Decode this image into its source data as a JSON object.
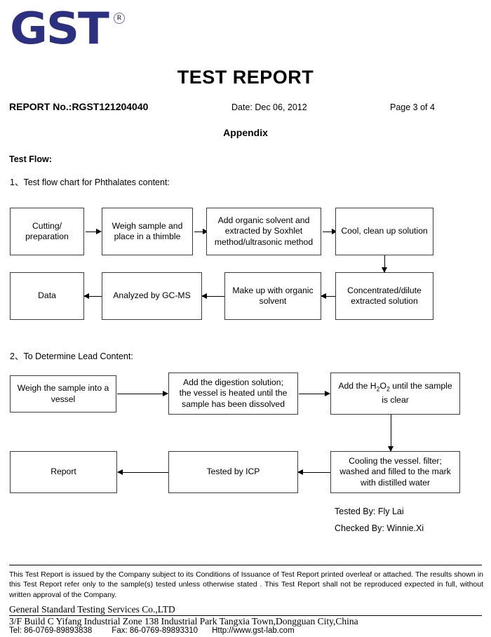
{
  "logo": {
    "text": "GST",
    "registered_mark": "R",
    "color": "#2b3180"
  },
  "header": {
    "title": "TEST REPORT",
    "report_no": "REPORT No.:RGST121204040",
    "date": "Date: Dec 06, 2012",
    "page": "Page 3 of 4",
    "appendix": "Appendix"
  },
  "sections": {
    "test_flow_heading": "Test Flow:",
    "section_1_label": "1、Test flow chart for Phthalates content:",
    "section_2_label": "2、To Determine Lead Content:"
  },
  "flowchart_1": {
    "boxes": [
      {
        "id": "cutting-preparation",
        "lines": [
          "Cutting/",
          "preparation"
        ]
      },
      {
        "id": "weigh-sample-thimble",
        "lines": [
          "Weigh sample and",
          "place in a thimble"
        ]
      },
      {
        "id": "add-organic-solvent",
        "lines": [
          "Add organic solvent and",
          "extracted by Soxhlet",
          "method/ultrasonic method"
        ]
      },
      {
        "id": "cool-clean-up-solution",
        "lines": [
          "Cool, clean up solution"
        ]
      },
      {
        "id": "concentrated-dilute",
        "lines": [
          "Concentrated/dilute",
          "extracted solution"
        ]
      },
      {
        "id": "make-up-organic-solvent",
        "lines": [
          "Make up with organic",
          "solvent"
        ]
      },
      {
        "id": "analyzed-by-gc-ms",
        "lines": [
          "Analyzed by GC-MS"
        ]
      },
      {
        "id": "data",
        "lines": [
          "Data"
        ]
      }
    ]
  },
  "flowchart_2": {
    "boxes": [
      {
        "id": "weigh-sample-vessel",
        "lines": [
          "Weigh the sample into a",
          "vessel"
        ]
      },
      {
        "id": "add-digestion-solution",
        "lines": [
          "Add the digestion solution;",
          "the vessel is heated until the",
          "sample has been dissolved"
        ]
      },
      {
        "id": "add-h2o2",
        "lines": [
          "Add the H2O2 until the sample",
          "is clear"
        ],
        "html": true
      },
      {
        "id": "cooling-vessel-filter",
        "lines": [
          "Cooling the vessel. filter;",
          "washed and filled to the mark",
          "with distilled water"
        ]
      },
      {
        "id": "tested-by-icp",
        "lines": [
          "Tested by ICP"
        ]
      },
      {
        "id": "report",
        "lines": [
          "Report"
        ]
      }
    ]
  },
  "signature": {
    "tested_by": "Tested    By: Fly Lai",
    "checked_by": "Checked By: Winnie.Xi"
  },
  "footer": {
    "disclaimer": "This Test Report is issued by the Company subject to its Conditions of Issuance of Test Report printed overleaf or attached. The results shown in this Test Report refer only to the sample(s) tested unless otherwise stated . This Test Report shall not be reproduced expected in full, without written approval of the Company.",
    "company_name": "General Standard Testing Services Co.,LTD",
    "company_address": "3/F Build C Yifang Industrial Zone 138 Industrial Park Tangxia Town,Dongguan City,China",
    "tel": "Tel: 86-0769-89893838",
    "fax": "Fax: 86-0769-89893310",
    "website": "Http://www.gst-lab.com"
  }
}
